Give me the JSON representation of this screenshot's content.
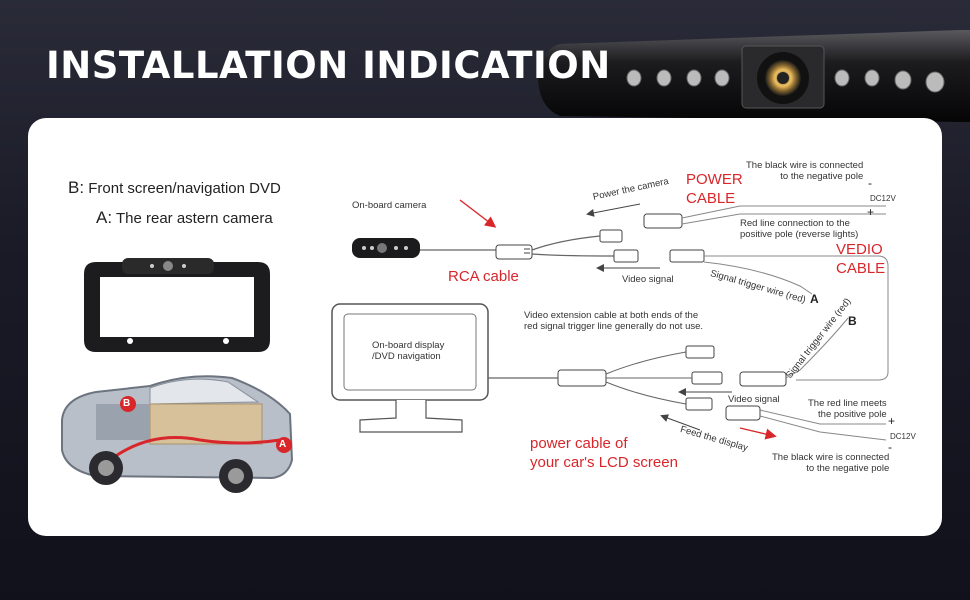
{
  "header": {
    "title": "INSTALLATION INDICATION"
  },
  "legend": {
    "b_key": "B:",
    "b_text": "Front screen/navigation DVD",
    "a_key": "A:",
    "a_text": "The rear astern camera"
  },
  "car_markers": {
    "a": "A",
    "b": "B"
  },
  "diagram": {
    "onboard_camera": "On-board camera",
    "rca_cable": "RCA cable",
    "power_the_camera": "Power the camera",
    "power_cable_1": "POWER",
    "power_cable_2": "CABLE",
    "black_wire_top_1": "The black wire is connected",
    "black_wire_top_2": "to the negative pole",
    "minus_top": "-",
    "dc12v_top": "DC12V",
    "plus_top": "+",
    "red_line_1": "Red line connection to the",
    "red_line_2": "positive pole (reverse lights)",
    "vedio_1": "VEDIO",
    "vedio_2": "CABLE",
    "video_signal_top": "Video signal",
    "signal_trigger_a": "Signal trigger wire (red)",
    "marker_a": "A",
    "signal_trigger_b": "Signal trigger wire (red)",
    "marker_b": "B",
    "display_1": "On-board display",
    "display_2": "/DVD navigation",
    "extension_1": "Video extension cable at both ends of the",
    "extension_2": "red signal trigger line generally do not use.",
    "video_signal_bottom": "Video signal",
    "red_meets_1": "The red line meets",
    "red_meets_2": "the positive pole",
    "plus_bottom": "+",
    "dc12v_bottom": "DC12V",
    "minus_bottom": "-",
    "feed_display": "Feed the display",
    "lcd_power_1": "power cable of",
    "lcd_power_2": "your car's LCD screen",
    "black_wire_bottom_1": "The black wire is connected",
    "black_wire_bottom_2": "to the negative pole"
  }
}
